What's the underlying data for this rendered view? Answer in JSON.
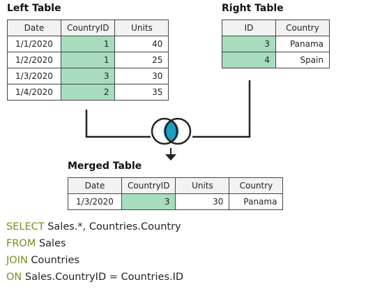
{
  "left_table": {
    "title": "Left Table",
    "headers": [
      "Date",
      "CountryID",
      "Units"
    ],
    "rows": [
      [
        "1/1/2020",
        "1",
        "40"
      ],
      [
        "1/2/2020",
        "1",
        "25"
      ],
      [
        "1/3/2020",
        "3",
        "30"
      ],
      [
        "1/4/2020",
        "2",
        "35"
      ]
    ]
  },
  "right_table": {
    "title": "Right Table",
    "headers": [
      "ID",
      "Country"
    ],
    "rows": [
      [
        "3",
        "Panama"
      ],
      [
        "4",
        "Spain"
      ]
    ]
  },
  "merged_table": {
    "title": "Merged Table",
    "headers": [
      "Date",
      "CountryID",
      "Units",
      "Country"
    ],
    "rows": [
      [
        "1/3/2020",
        "3",
        "30",
        "Panama"
      ]
    ]
  },
  "join_icon": "inner-join-venn-icon",
  "colors": {
    "highlight": "#a8dcbe",
    "keyword": "#7d8a22",
    "venn_intersection": "#1e9fbf"
  },
  "sql": {
    "line1_kw": "SELECT",
    "line1_rest": " Sales.*, Countries.Country",
    "line2_kw": "FROM",
    "line2_rest": " Sales",
    "line3_kw": "JOIN",
    "line3_rest": " Countries",
    "line4_kw": "ON",
    "line4_rest": " Sales.CountryID = Countries.ID"
  }
}
